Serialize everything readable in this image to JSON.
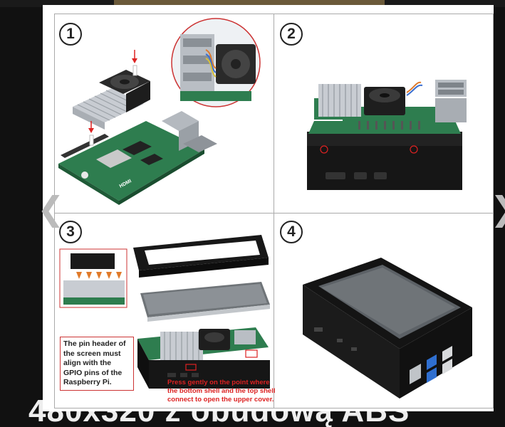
{
  "steps": [
    {
      "number": "1"
    },
    {
      "number": "2"
    },
    {
      "number": "3"
    },
    {
      "number": "4"
    }
  ],
  "board_label": "HDMI",
  "captions": {
    "pin_header_note": "The pin header of the screen must align with the GPIO pins of the Raspberry Pi.",
    "press_note": "Press gently on the point where the bottom shell and the top shell connect to open the upper cover."
  },
  "background_title": "480x320 z obudową ABS",
  "colors": {
    "pcb": "#2e7d4f",
    "case": "#161616",
    "heatsink": "#c8ccd2",
    "screen": "#6f7478",
    "accent_red": "#d22222"
  },
  "icons": {
    "prev": "chevron-left-icon",
    "next": "chevron-right-icon"
  }
}
